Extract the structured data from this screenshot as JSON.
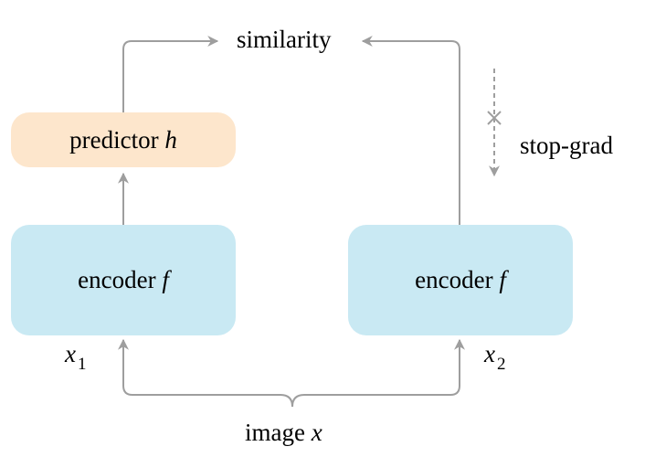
{
  "labels": {
    "similarity": "similarity",
    "predictor": "predictor",
    "predictor_symbol": "h",
    "encoder_left": "encoder",
    "encoder_left_symbol": "f",
    "encoder_right": "encoder",
    "encoder_right_symbol": "f",
    "stop_grad": "stop-grad",
    "x1_var": "x",
    "x1_sub": "1",
    "x2_var": "x",
    "x2_sub": "2",
    "image": "image",
    "image_symbol": "x"
  },
  "colors": {
    "encoder_fill": "#c9e9f3",
    "predictor_fill": "#fde6cc",
    "arrow": "#9e9e9e"
  }
}
